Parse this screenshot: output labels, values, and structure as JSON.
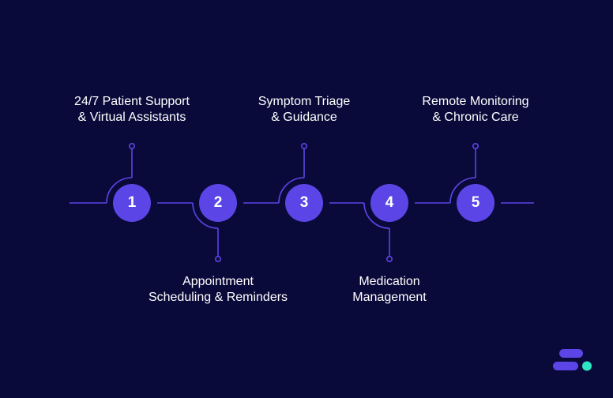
{
  "steps": [
    {
      "number": "1",
      "lines": [
        "24/7 Patient Support",
        "& Virtual Assistants"
      ],
      "position": "above"
    },
    {
      "number": "2",
      "lines": [
        "Appointment",
        "Scheduling & Reminders"
      ],
      "position": "below"
    },
    {
      "number": "3",
      "lines": [
        "Symptom Triage",
        "& Guidance"
      ],
      "position": "above"
    },
    {
      "number": "4",
      "lines": [
        "Medication",
        "Management"
      ],
      "position": "below"
    },
    {
      "number": "5",
      "lines": [
        "Remote Monitoring",
        "& Chronic Care"
      ],
      "position": "above"
    }
  ],
  "colors": {
    "background": "#0a0a3a",
    "accent": "#5b45e6",
    "line": "#5b45e6",
    "logo_teal": "#2ee6c6"
  },
  "logo": {
    "icon": "brand-logo-icon"
  }
}
